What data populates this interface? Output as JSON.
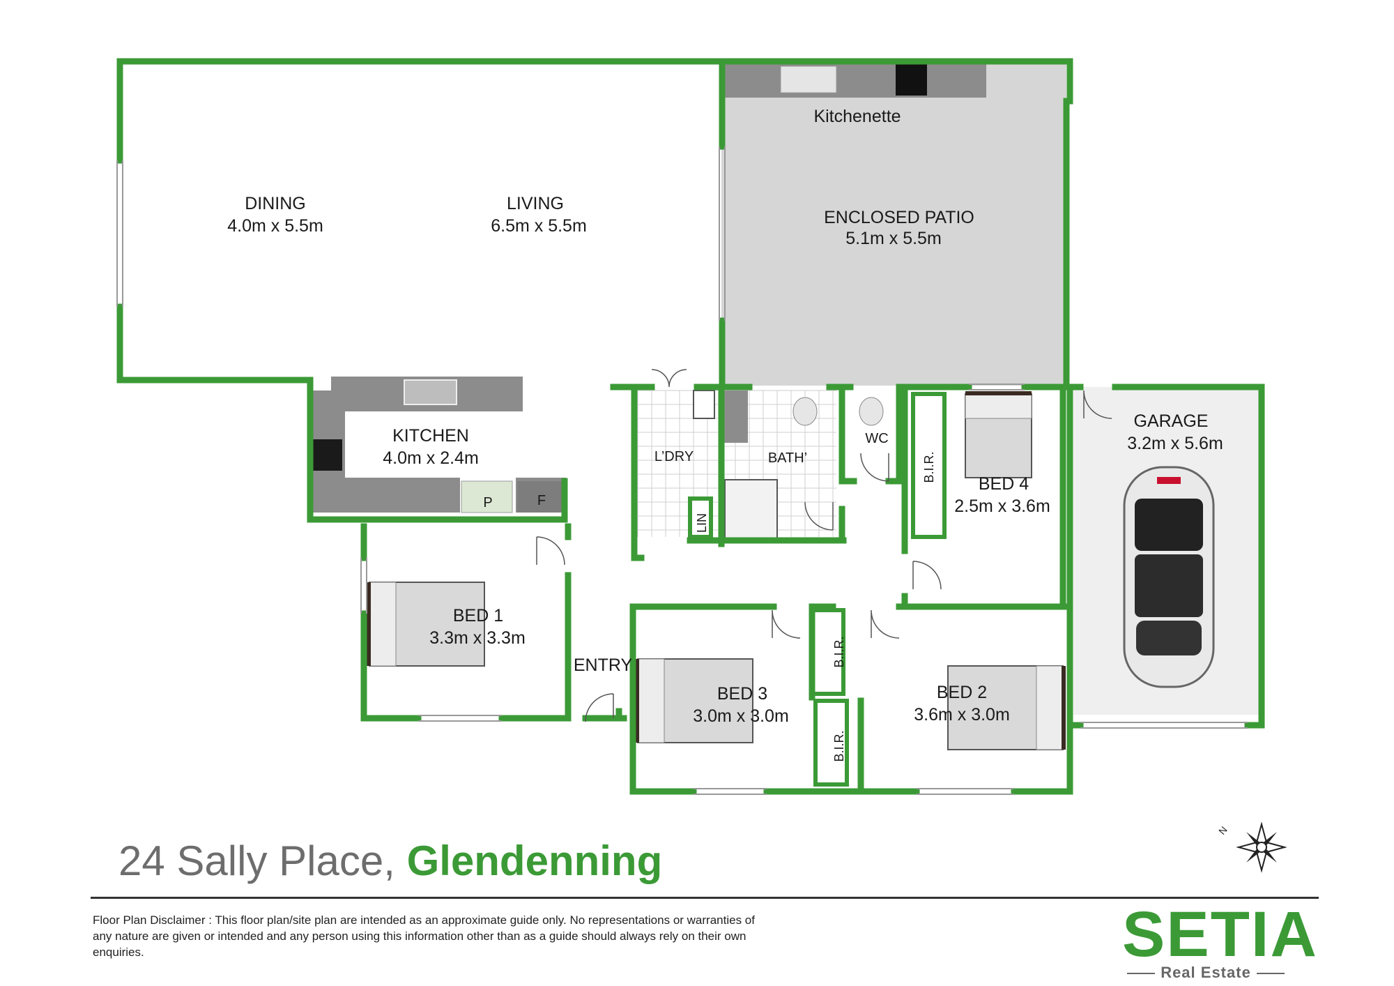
{
  "rooms": {
    "dining": {
      "name": "DINING",
      "size": "4.0m x 5.5m"
    },
    "living": {
      "name": "LIVING",
      "size": "6.5m x 5.5m"
    },
    "kitchenette": {
      "name": "Kitchenette"
    },
    "enclosed_patio": {
      "name": "ENCLOSED PATIO",
      "size": "5.1m x 5.5m"
    },
    "kitchen": {
      "name": "KITCHEN",
      "size": "4.0m x 2.4m"
    },
    "pantry": {
      "name": "P"
    },
    "fridge": {
      "name": "F"
    },
    "laundry": {
      "name": "L’DRY"
    },
    "bath": {
      "name": "BATH’"
    },
    "wc": {
      "name": "WC"
    },
    "linen": {
      "name": "LIN"
    },
    "bir_bed4": {
      "name": "B.I.R."
    },
    "bed4": {
      "name": "BED 4",
      "size": "2.5m x 3.6m"
    },
    "garage": {
      "name": "GARAGE",
      "size": "3.2m x 5.6m"
    },
    "bed1": {
      "name": "BED 1",
      "size": "3.3m x 3.3m"
    },
    "entry": {
      "name": "ENTRY"
    },
    "bed3": {
      "name": "BED 3",
      "size": "3.0m x 3.0m"
    },
    "bir_upper": {
      "name": "B.I.R."
    },
    "bir_lower": {
      "name": "B.I.R."
    },
    "bed2": {
      "name": "BED 2",
      "size": "3.6m x 3.0m"
    }
  },
  "compass": {
    "letter": "N"
  },
  "address": {
    "street": "24 Sally Place,",
    "suburb": "Glendenning"
  },
  "disclaimer": "Floor Plan Disclaimer : This floor plan/site plan are intended as an approximate guide only. No representations or warranties of any nature are given or intended and any person using this information other than as a guide should always rely on their own enquiries.",
  "logo": {
    "word": "SETIA",
    "sub": "Real Estate"
  },
  "colors": {
    "wall": "#3b9a36",
    "patio_floor": "#d6d6d6",
    "counter": "#8c8c8c",
    "garage_floor": "#efefef"
  }
}
